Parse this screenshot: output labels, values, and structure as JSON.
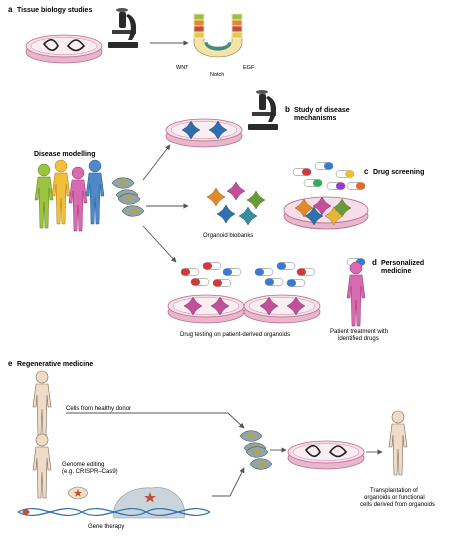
{
  "panel_a": {
    "letter": "a",
    "title": "Tissue biology studies",
    "signals": [
      "WNT",
      "Notch",
      "EGF"
    ]
  },
  "panel_b": {
    "letter": "b",
    "title_line1": "Study of disease",
    "title_line2": "mechanisms"
  },
  "panel_c": {
    "letter": "c",
    "title": "Drug screening"
  },
  "panel_d": {
    "letter": "d",
    "title_line1": "Personalized",
    "title_line2": "medicine"
  },
  "panel_e": {
    "letter": "e",
    "title": "Regenerative medicine"
  },
  "labels": {
    "disease_modelling": "Disease modelling",
    "organoid_biobanks": "Organoid biobanks",
    "drug_testing": "Drug testing on patient-derived organoids",
    "patient_treatment_line1": "Patient treatment with",
    "patient_treatment_line2": "identified drugs",
    "cells_healthy_donor": "Cells from healthy donor",
    "genome_editing_line1": "Genome editing",
    "genome_editing_line2": "(e.g. CRISPR–Cas9)",
    "gene_therapy": "Gene therapy",
    "transplantation_line1": "Transplantation of",
    "transplantation_line2": "organoids or functional",
    "transplantation_line3": "cells derived from organoids"
  },
  "colors": {
    "dish_fill": "#f2d3df",
    "dish_rim": "#d98fae",
    "organoid_blue": "#2f6fad",
    "organoid_green": "#6a9a3a",
    "organoid_orange": "#e08a2a",
    "organoid_pink": "#c0509a",
    "body_green": "#9bc43f",
    "body_yellow": "#f3bf3a",
    "body_pink": "#d96ab0",
    "body_blue": "#4f88c6",
    "skin": "#efdcc6",
    "arrow": "#555555"
  }
}
